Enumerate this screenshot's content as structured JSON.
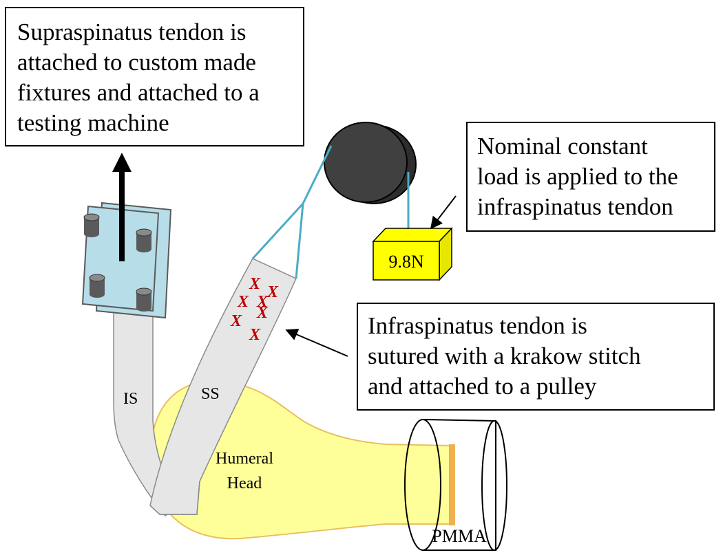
{
  "callouts": {
    "fixtures": "Supraspinatus tendon is\nattached to custom made\nfixtures and attached to a\ntesting machine",
    "load": "Nominal constant\nload is applied to the\ninfraspinatus tendon",
    "stitch": "Infraspinatus tendon is\nsutured with a krakow stitch\nand attached to a pulley"
  },
  "labels": {
    "is": "IS",
    "ss": "SS",
    "humeral_line1": "Humeral",
    "humeral_line2": "Head",
    "pmma": "PMMA",
    "weight": "9.8N",
    "stitch_mark": "X"
  },
  "colors": {
    "bone": "#ffff99",
    "tendon": "#e6e6e6",
    "fixture_plate": "#b7dde8",
    "weight_box": "#ffff00",
    "suture": "#4bacc6",
    "pulley": "#404040",
    "stitch": "#c00000",
    "pmma_rim": "#f0b050"
  }
}
